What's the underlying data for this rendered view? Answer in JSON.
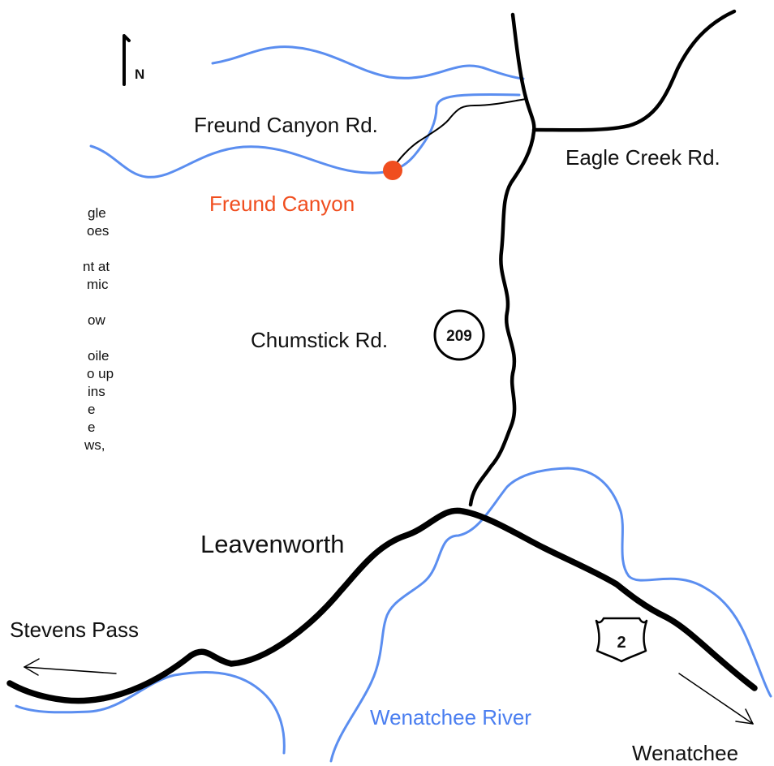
{
  "map": {
    "labels": {
      "freund_canyon_rd": "Freund Canyon Rd.",
      "freund_canyon": "Freund Canyon",
      "eagle_creek_rd": "Eagle Creek Rd.",
      "chumstick_rd": "Chumstick Rd.",
      "leavenworth": "Leavenworth",
      "stevens_pass": "Stevens Pass",
      "wenatchee_river": "Wenatchee River",
      "wenatchee": "Wenatchee"
    },
    "north_label": "N",
    "route_209": "209",
    "route_2": "2",
    "colors": {
      "river": "#5b8ef0",
      "road": "#000000",
      "marker": "#f04e1f",
      "marker_label": "#f04e1f",
      "river_label": "#4a7ef0"
    }
  },
  "side_text_lines": [
    "gle",
    "oes",
    "",
    "nt at",
    "mic",
    "",
    "ow",
    "",
    "oile",
    "o up",
    "ins",
    "e",
    "e",
    "ws,"
  ]
}
